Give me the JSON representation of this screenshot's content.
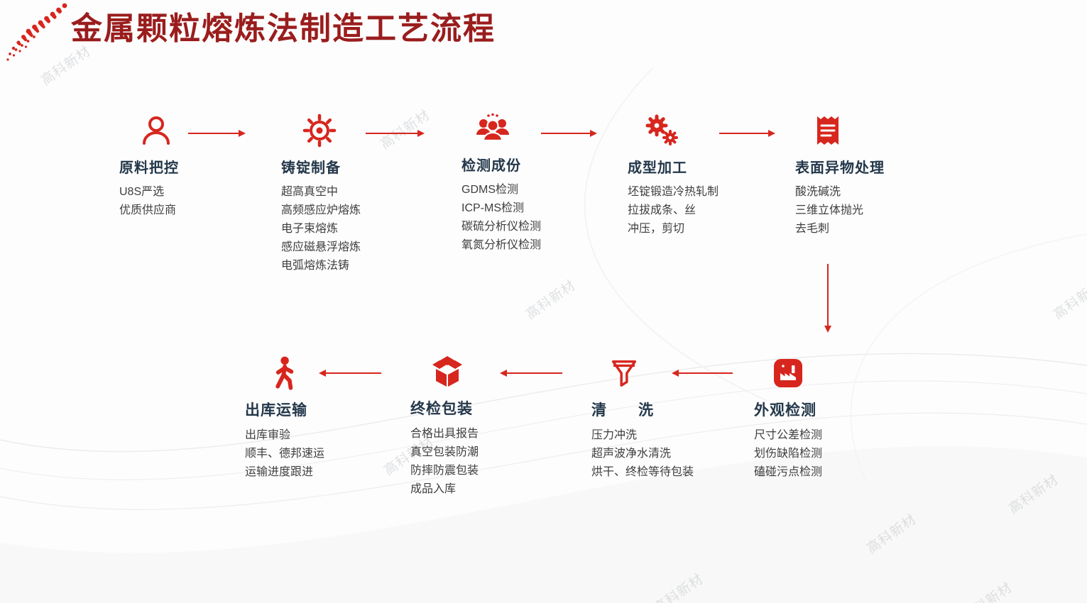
{
  "title": "金属颗粒熔炼法制造工艺流程",
  "watermark": "高科新材",
  "colors": {
    "accent": "#d7261e",
    "title": "#9a1d1d",
    "heading": "#24384b",
    "body": "#3e3e3e"
  },
  "steps_top": [
    {
      "title": "原料把控",
      "icon": "person-icon",
      "lines": [
        "U8S严选",
        "优质供应商"
      ]
    },
    {
      "title": "铸锭制备",
      "icon": "gear-icon",
      "lines": [
        "超高真空中",
        "高频感应炉熔炼",
        "电子束熔炼",
        "感应磁悬浮熔炼",
        "电弧熔炼法铸"
      ]
    },
    {
      "title": "检测成份",
      "icon": "people-icon",
      "lines": [
        "GDMS检测",
        "ICP-MS检测",
        "碳硫分析仪检测",
        "氧氮分析仪检测"
      ]
    },
    {
      "title": "成型加工",
      "icon": "gears-icon",
      "lines": [
        "坯锭锻造冷热轧制",
        "拉拔成条、丝",
        "冲压，剪切"
      ]
    },
    {
      "title": "表面异物处理",
      "icon": "receipt-icon",
      "lines": [
        "酸洗碱洗",
        "三维立体抛光",
        "去毛刺"
      ]
    }
  ],
  "steps_bottom": [
    {
      "title": "出库运输",
      "icon": "walking-person-icon",
      "lines": [
        "出库审验",
        "顺丰、德邦速运",
        "运输进度跟进"
      ]
    },
    {
      "title": "终检包装",
      "icon": "open-box-icon",
      "lines": [
        "合格出具报告",
        "真空包装防潮",
        "防摔防震包装",
        "成品入库"
      ]
    },
    {
      "title": "清　　洗",
      "icon": "funnel-icon",
      "lines": [
        "压力冲洗",
        "超声波净水清洗",
        "烘干、终检等待包装"
      ]
    },
    {
      "title": "外观检测",
      "icon": "factory-icon",
      "lines": [
        "尺寸公差检测",
        "划伤缺陷检测",
        "磕碰污点检测"
      ]
    }
  ]
}
